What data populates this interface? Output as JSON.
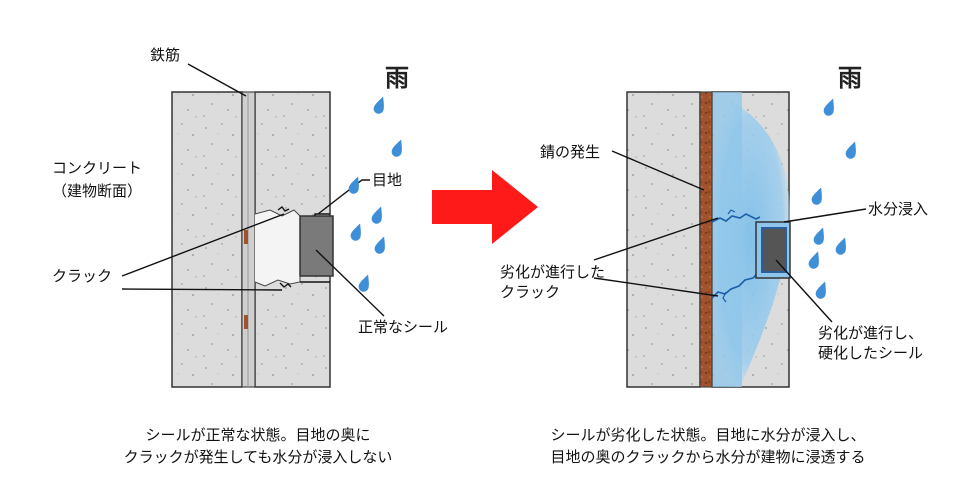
{
  "left": {
    "rebar_label": "鉄筋",
    "concrete_label_1": "コンクリート",
    "concrete_label_2": "（建物断面）",
    "joint_label": "目地",
    "crack_label": "クラック",
    "seal_label": "正常なシール",
    "rain_label": "雨",
    "caption_1": "シールが正常な状態。目地の奥に",
    "caption_2": "クラックが発生しても水分が浸入しない"
  },
  "right": {
    "rust_label": "錆の発生",
    "water_label": "水分浸入",
    "crack_label_1": "劣化が進行した",
    "crack_label_2": "クラック",
    "seal_label_1": "劣化が進行し、",
    "seal_label_2": "硬化したシール",
    "rain_label": "雨",
    "caption_1": "シールが劣化した状態。目地に水分が浸入し、",
    "caption_2": "目地の奥のクラックから水分が建物に浸透する"
  },
  "colors": {
    "concrete": "#dcdcdc",
    "seal_normal": "#7a7a7a",
    "seal_degraded": "#555555",
    "water": "#8ec5ea",
    "rust": "#a0522d",
    "raindrop": "#3f8fd8",
    "arrow": "#ff1a1a"
  },
  "icons": {
    "raindrop": "raindrop-icon",
    "arrow": "right-arrow-icon"
  }
}
